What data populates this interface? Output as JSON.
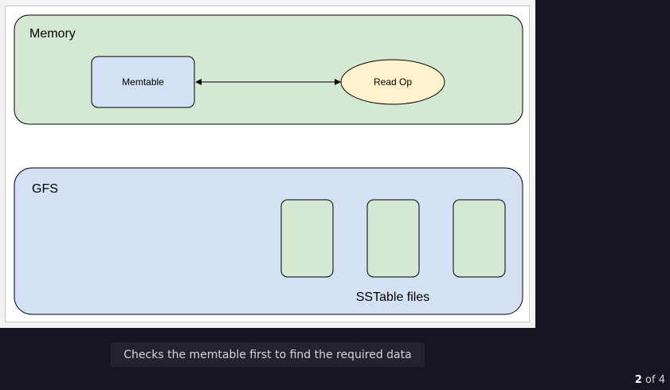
{
  "diagram": {
    "memory_label": "Memory",
    "memtable_label": "Memtable",
    "read_op_label": "Read Op",
    "gfs_label": "GFS",
    "sstable_label": "SSTable files",
    "colors": {
      "memory_fill": "#d5e8d4",
      "gfs_fill": "#d4e1f5",
      "memtable_fill": "#d4e1f5",
      "read_op_fill": "#fff2cc",
      "sstable_fill": "#d5e8d4"
    }
  },
  "caption": "Checks the memtable first to find the required data",
  "pager": {
    "current": "2",
    "separator": "of",
    "total": "4"
  }
}
